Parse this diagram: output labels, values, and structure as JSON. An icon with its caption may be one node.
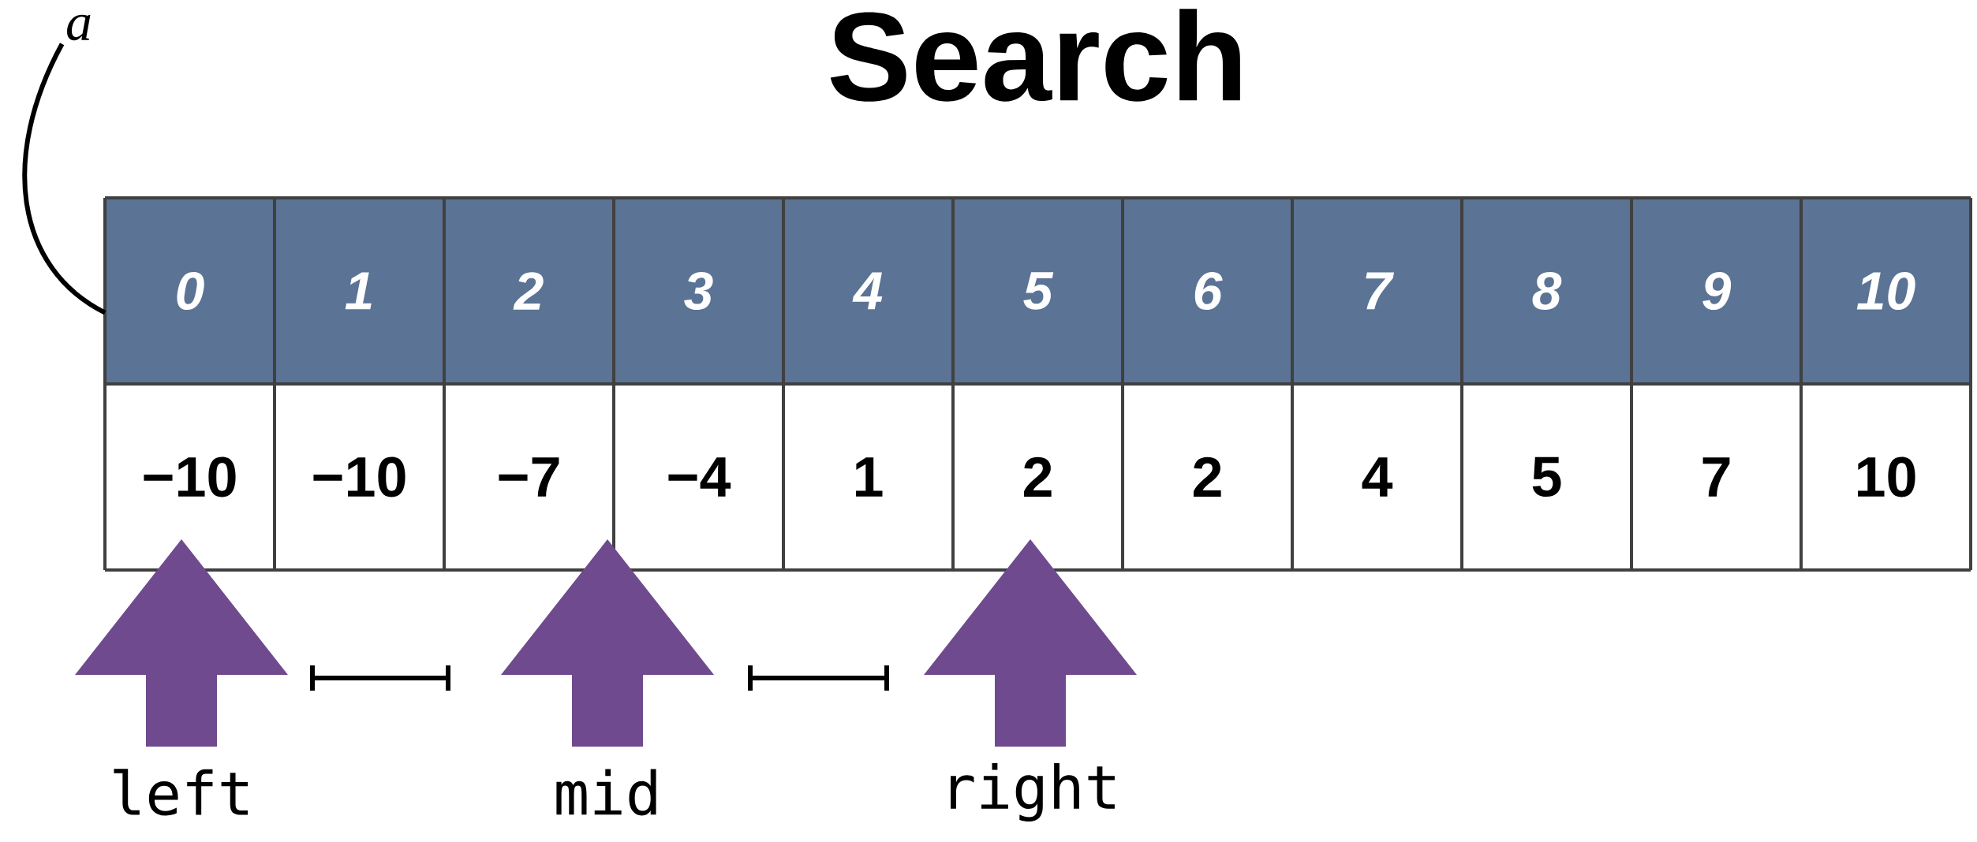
{
  "diagram": {
    "title": "Search",
    "nodes": [
      {
        "text": [
          "a"
        ]
      },
      {
        "text": [],
        "shape": "box"
      }
    ],
    "edges": [
      {
        "from": 0,
        "to": 1,
        "arrow": "none"
      }
    ],
    "labels": [
      "0",
      "1",
      "2",
      "3",
      "4",
      "5",
      "6",
      "7",
      "8",
      "9",
      "10",
      "−10",
      "−10",
      "−7",
      "−4",
      "1",
      "2",
      "2",
      "4",
      "5",
      "7",
      "10",
      "left",
      "mid",
      "right"
    ]
  }
}
